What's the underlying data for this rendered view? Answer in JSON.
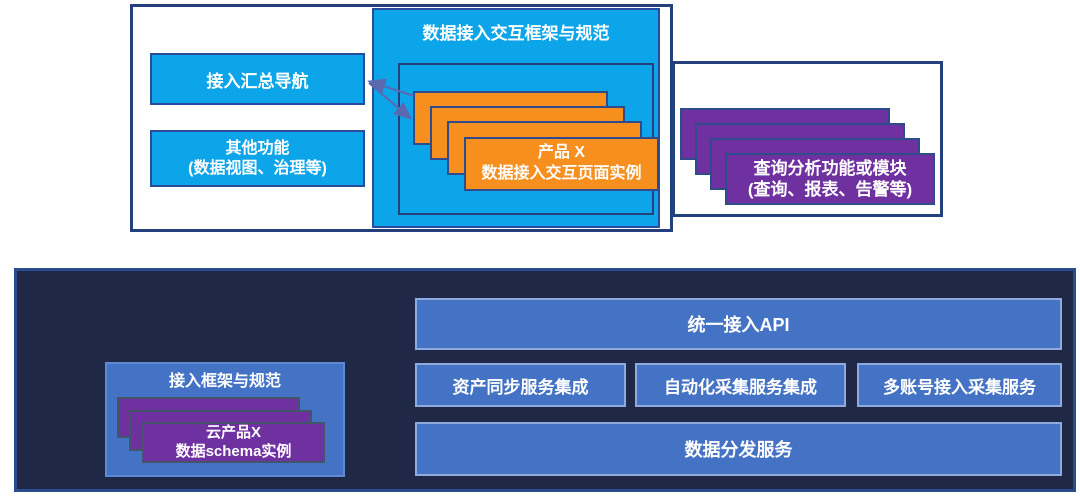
{
  "colors": {
    "cyan": "#0da5e9",
    "cyan_border": "#2b4c9e",
    "navy_frame_border": "#24417e",
    "orange": "#f78f1e",
    "stacked_card_border": "#2f4b8c",
    "purple": "#6f30a0",
    "blue": "#4472c4",
    "blue_light_border": "#8faadc",
    "dark_panel": "#1f2947",
    "dark_panel_border": "#2b4c8f",
    "arrow": "#5a68b0",
    "text": "#ffffff"
  },
  "top": {
    "panel_title": "数据接入交互框架与规范",
    "nav_box_label": "接入汇总导航",
    "other_box_line1": "其他功能",
    "other_box_line2": "(数据视图、治理等)",
    "product_card_line1": "产品 X",
    "product_card_line2": "数据接入交互页面实例",
    "query_card_line1": "查询分析功能或模块",
    "query_card_line2": "(查询、报表、告警等)"
  },
  "bottom": {
    "frame_title": "接入框架与规范",
    "schema_card_line1": "云产品X",
    "schema_card_line2": "数据schema实例",
    "api_bar_label": "统一接入API",
    "services": [
      "资产同步服务集成",
      "自动化采集服务集成",
      "多账号接入采集服务"
    ],
    "dist_bar_label": "数据分发服务"
  }
}
